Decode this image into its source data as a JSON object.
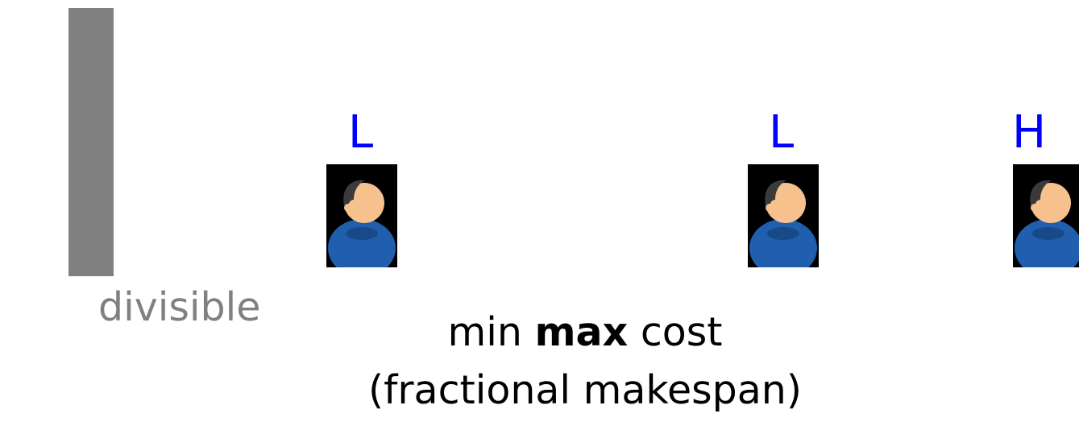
{
  "bar": {
    "label": "divisible",
    "color": "#808080"
  },
  "agents": [
    {
      "label": "L",
      "icon": "person-icon"
    },
    {
      "label": "L",
      "icon": "person-icon"
    },
    {
      "label": "H",
      "icon": "person-icon"
    }
  ],
  "objective": {
    "word1": "min",
    "word2": "max",
    "word3": "cost",
    "line2": "(fractional makespan)"
  },
  "colors": {
    "agent_label": "#0000ff",
    "avatar_bg": "#000000",
    "avatar_face": "#f7c18e",
    "avatar_hair": "#3a3a3a",
    "avatar_body": "#1f5fae"
  }
}
